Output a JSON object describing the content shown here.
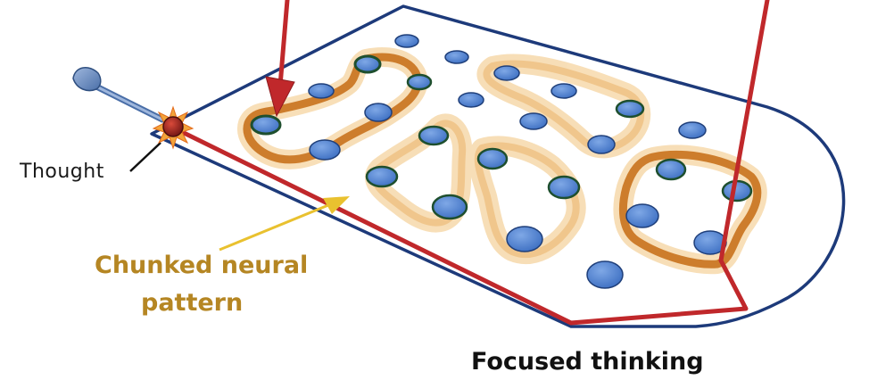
{
  "labels": {
    "thought": "Thought",
    "chunk_line1": "Chunked neural",
    "chunk_line2": "pattern",
    "caption": "Focused thinking"
  },
  "colors": {
    "outline": "#1d3a7a",
    "path": "#c0282b",
    "chunk": "#cd7d2c",
    "chunk_glow": "#f3c98a",
    "node_fill": "#4a7fcf",
    "node_ring": "#1e4f2e",
    "node_stroke": "#1f3f7a",
    "label_chunk": "#b58623",
    "pointer": "#e9c12f"
  },
  "icons": [
    "pinball-plunger-icon",
    "thought-spark-icon"
  ]
}
